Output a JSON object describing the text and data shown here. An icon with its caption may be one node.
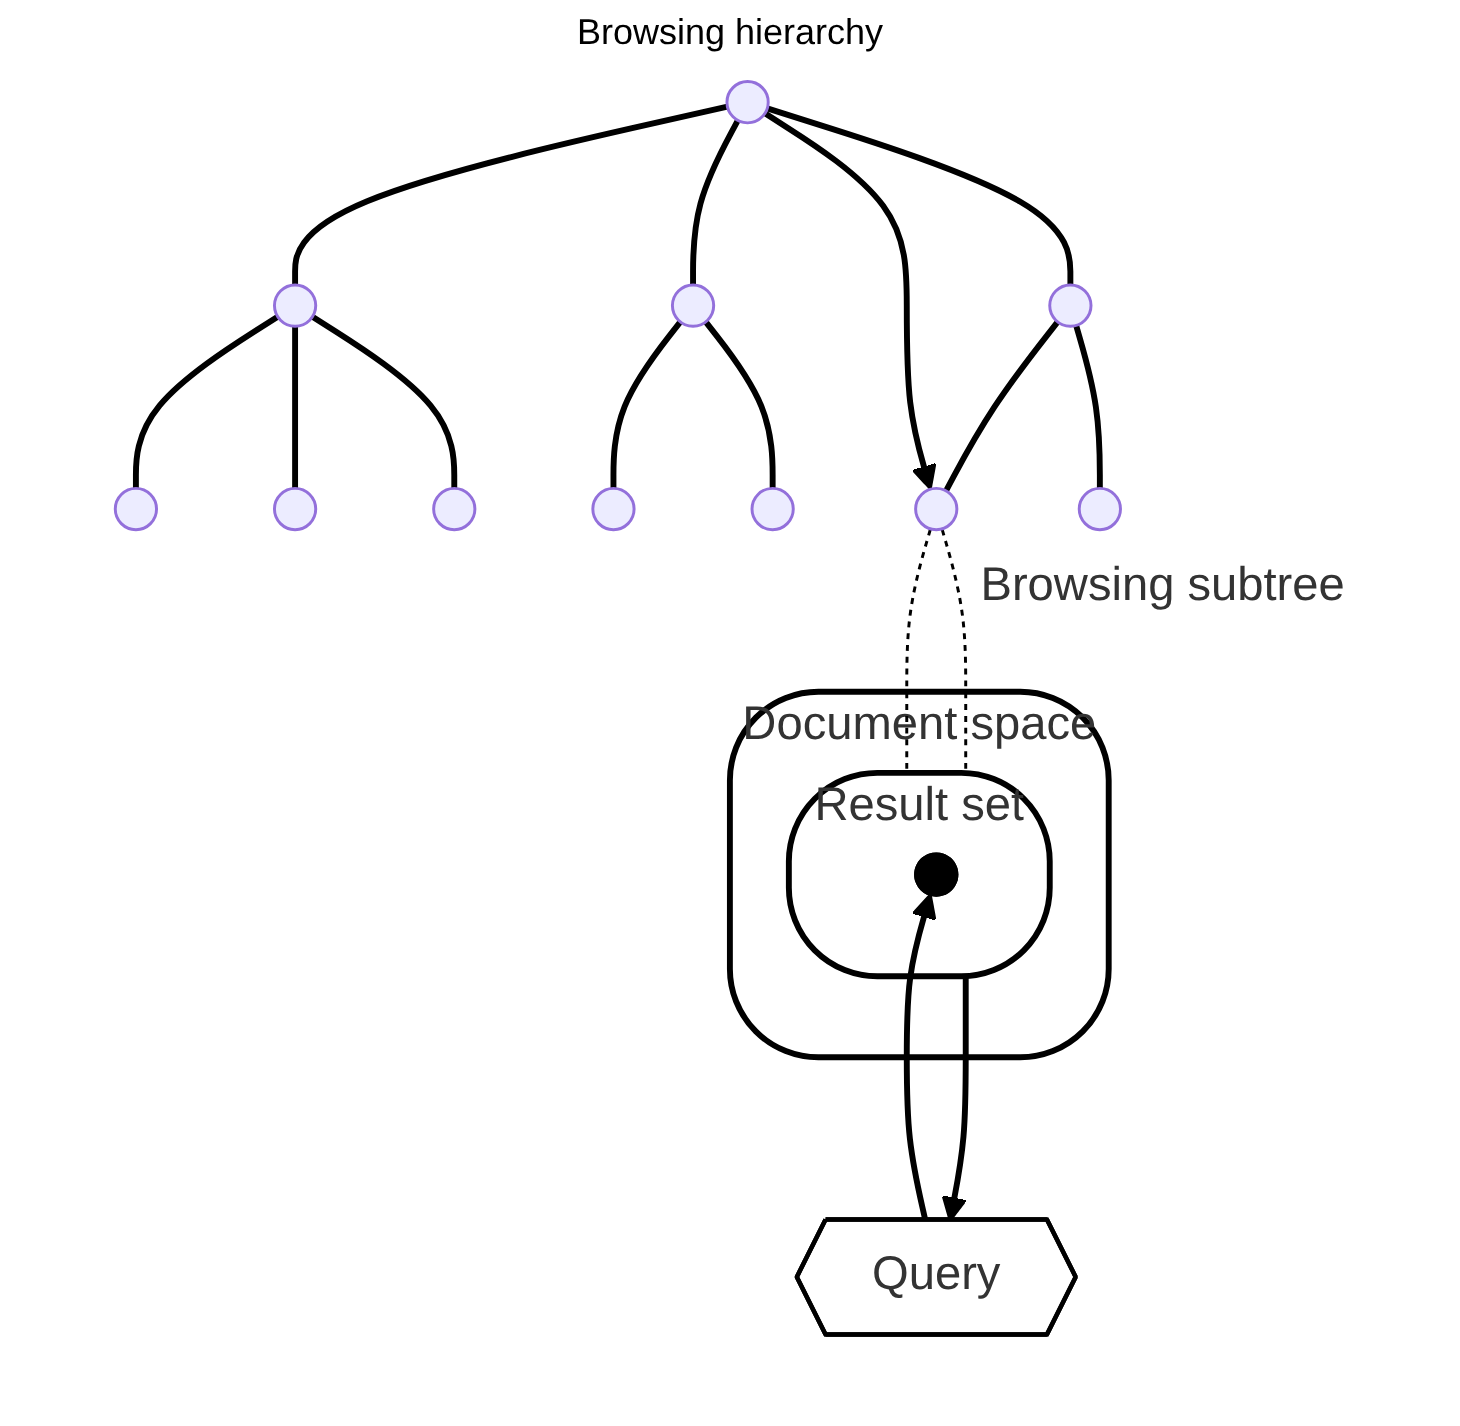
{
  "diagram": {
    "title": "Browsing hierarchy",
    "nodes": [
      {
        "text": [],
        "shape": "circle"
      },
      {
        "text": [],
        "shape": "circle"
      },
      {
        "text": [],
        "shape": "circle"
      },
      {
        "text": [],
        "shape": "circle"
      },
      {
        "text": [],
        "shape": "circle"
      },
      {
        "text": [],
        "shape": "circle"
      },
      {
        "text": [],
        "shape": "circle"
      },
      {
        "text": [],
        "shape": "circle"
      },
      {
        "text": [],
        "shape": "circle"
      },
      {
        "text": [],
        "shape": "circle",
        "beside": [
          "Browsing subtree"
        ]
      },
      {
        "text": [],
        "shape": "circle"
      },
      {
        "text": [
          "Document space"
        ]
      },
      {
        "text": [
          "Result set"
        ],
        "in": 11
      },
      {
        "text": [],
        "shape": "ellipse",
        "in": 12
      },
      {
        "text": [
          "Query"
        ]
      }
    ],
    "edges": [
      {
        "from": 0,
        "to": 1,
        "arrow": "none"
      },
      {
        "from": 0,
        "to": 2,
        "arrow": "none"
      },
      {
        "from": 0,
        "to": 3,
        "arrow": "none"
      },
      {
        "from": 1,
        "to": 4,
        "arrow": "none"
      },
      {
        "from": 1,
        "to": 5,
        "arrow": "none"
      },
      {
        "from": 1,
        "to": 6,
        "arrow": "none"
      },
      {
        "from": 2,
        "to": 7,
        "arrow": "none"
      },
      {
        "from": 2,
        "to": 8,
        "arrow": "none"
      },
      {
        "from": 3,
        "to": 9,
        "arrow": "none"
      },
      {
        "from": 3,
        "to": 10,
        "arrow": "none"
      },
      {
        "from": 0,
        "to": 9,
        "arrow": "to"
      },
      {
        "from": 9,
        "to": 12,
        "arrow": "none",
        "style": "dashed"
      },
      {
        "from": 9,
        "to": 12,
        "arrow": "none",
        "style": "dashed"
      },
      {
        "from": 12,
        "to": 14,
        "arrow": "to"
      },
      {
        "from": 14,
        "to": 13,
        "arrow": "to"
      }
    ]
  }
}
